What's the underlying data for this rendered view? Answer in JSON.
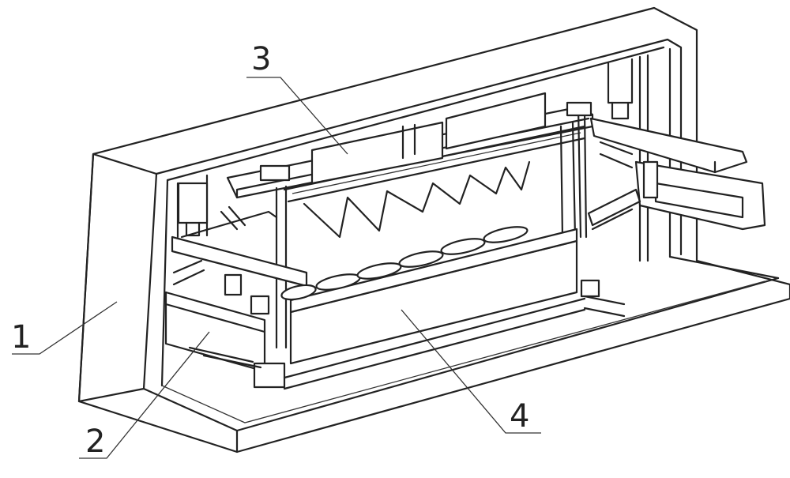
{
  "labels": [
    {
      "id": "1",
      "text": "1"
    },
    {
      "id": "2",
      "text": "2"
    },
    {
      "id": "3",
      "text": "3"
    },
    {
      "id": "4",
      "text": "4"
    }
  ],
  "colors": {
    "line": "#222222",
    "background": "#ffffff"
  }
}
